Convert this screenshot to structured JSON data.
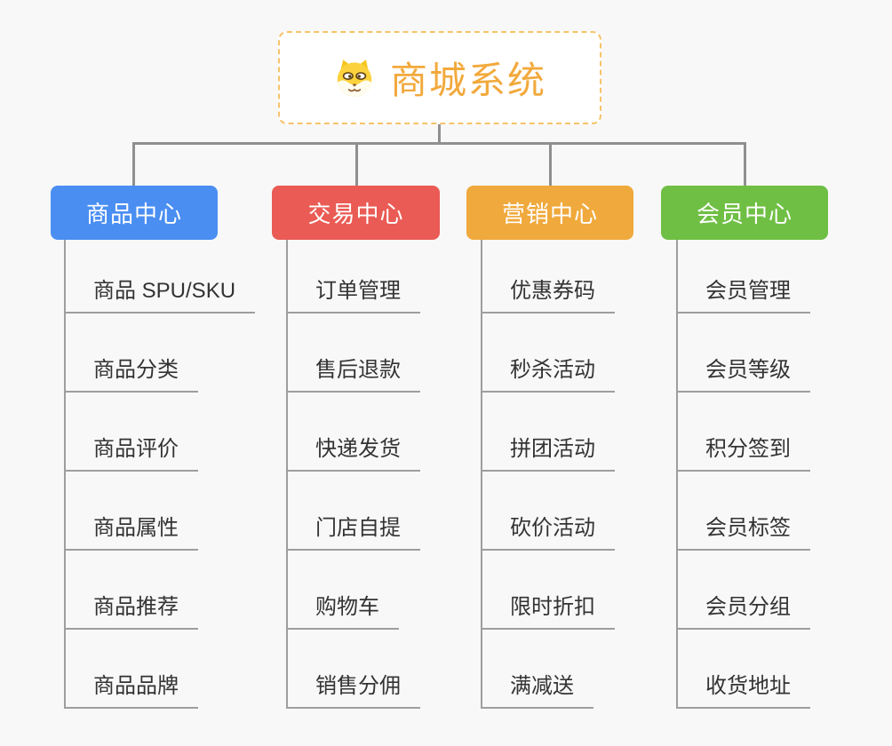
{
  "canvas": {
    "background": "#F8F8F8"
  },
  "root": {
    "title": "商城系统",
    "title_color": "#F2A93C",
    "border_color": "#F6C36A",
    "icon": "shiba-dog-face"
  },
  "connector_color": "#8F8F8F",
  "branches": [
    {
      "label": "商品中心",
      "color": "#4A8EF2",
      "items": [
        "商品 SPU/SKU",
        "商品分类",
        "商品评价",
        "商品属性",
        "商品推荐",
        "商品品牌"
      ]
    },
    {
      "label": "交易中心",
      "color": "#E95B54",
      "items": [
        "订单管理",
        "售后退款",
        "快递发货",
        "门店自提",
        "购物车",
        "销售分佣"
      ]
    },
    {
      "label": "营销中心",
      "color": "#F0A93C",
      "items": [
        "优惠券码",
        "秒杀活动",
        "拼团活动",
        "砍价活动",
        "限时折扣",
        "满减送"
      ]
    },
    {
      "label": "会员中心",
      "color": "#6FBF44",
      "items": [
        "会员管理",
        "会员等级",
        "积分签到",
        "会员标签",
        "会员分组",
        "收货地址"
      ]
    }
  ]
}
